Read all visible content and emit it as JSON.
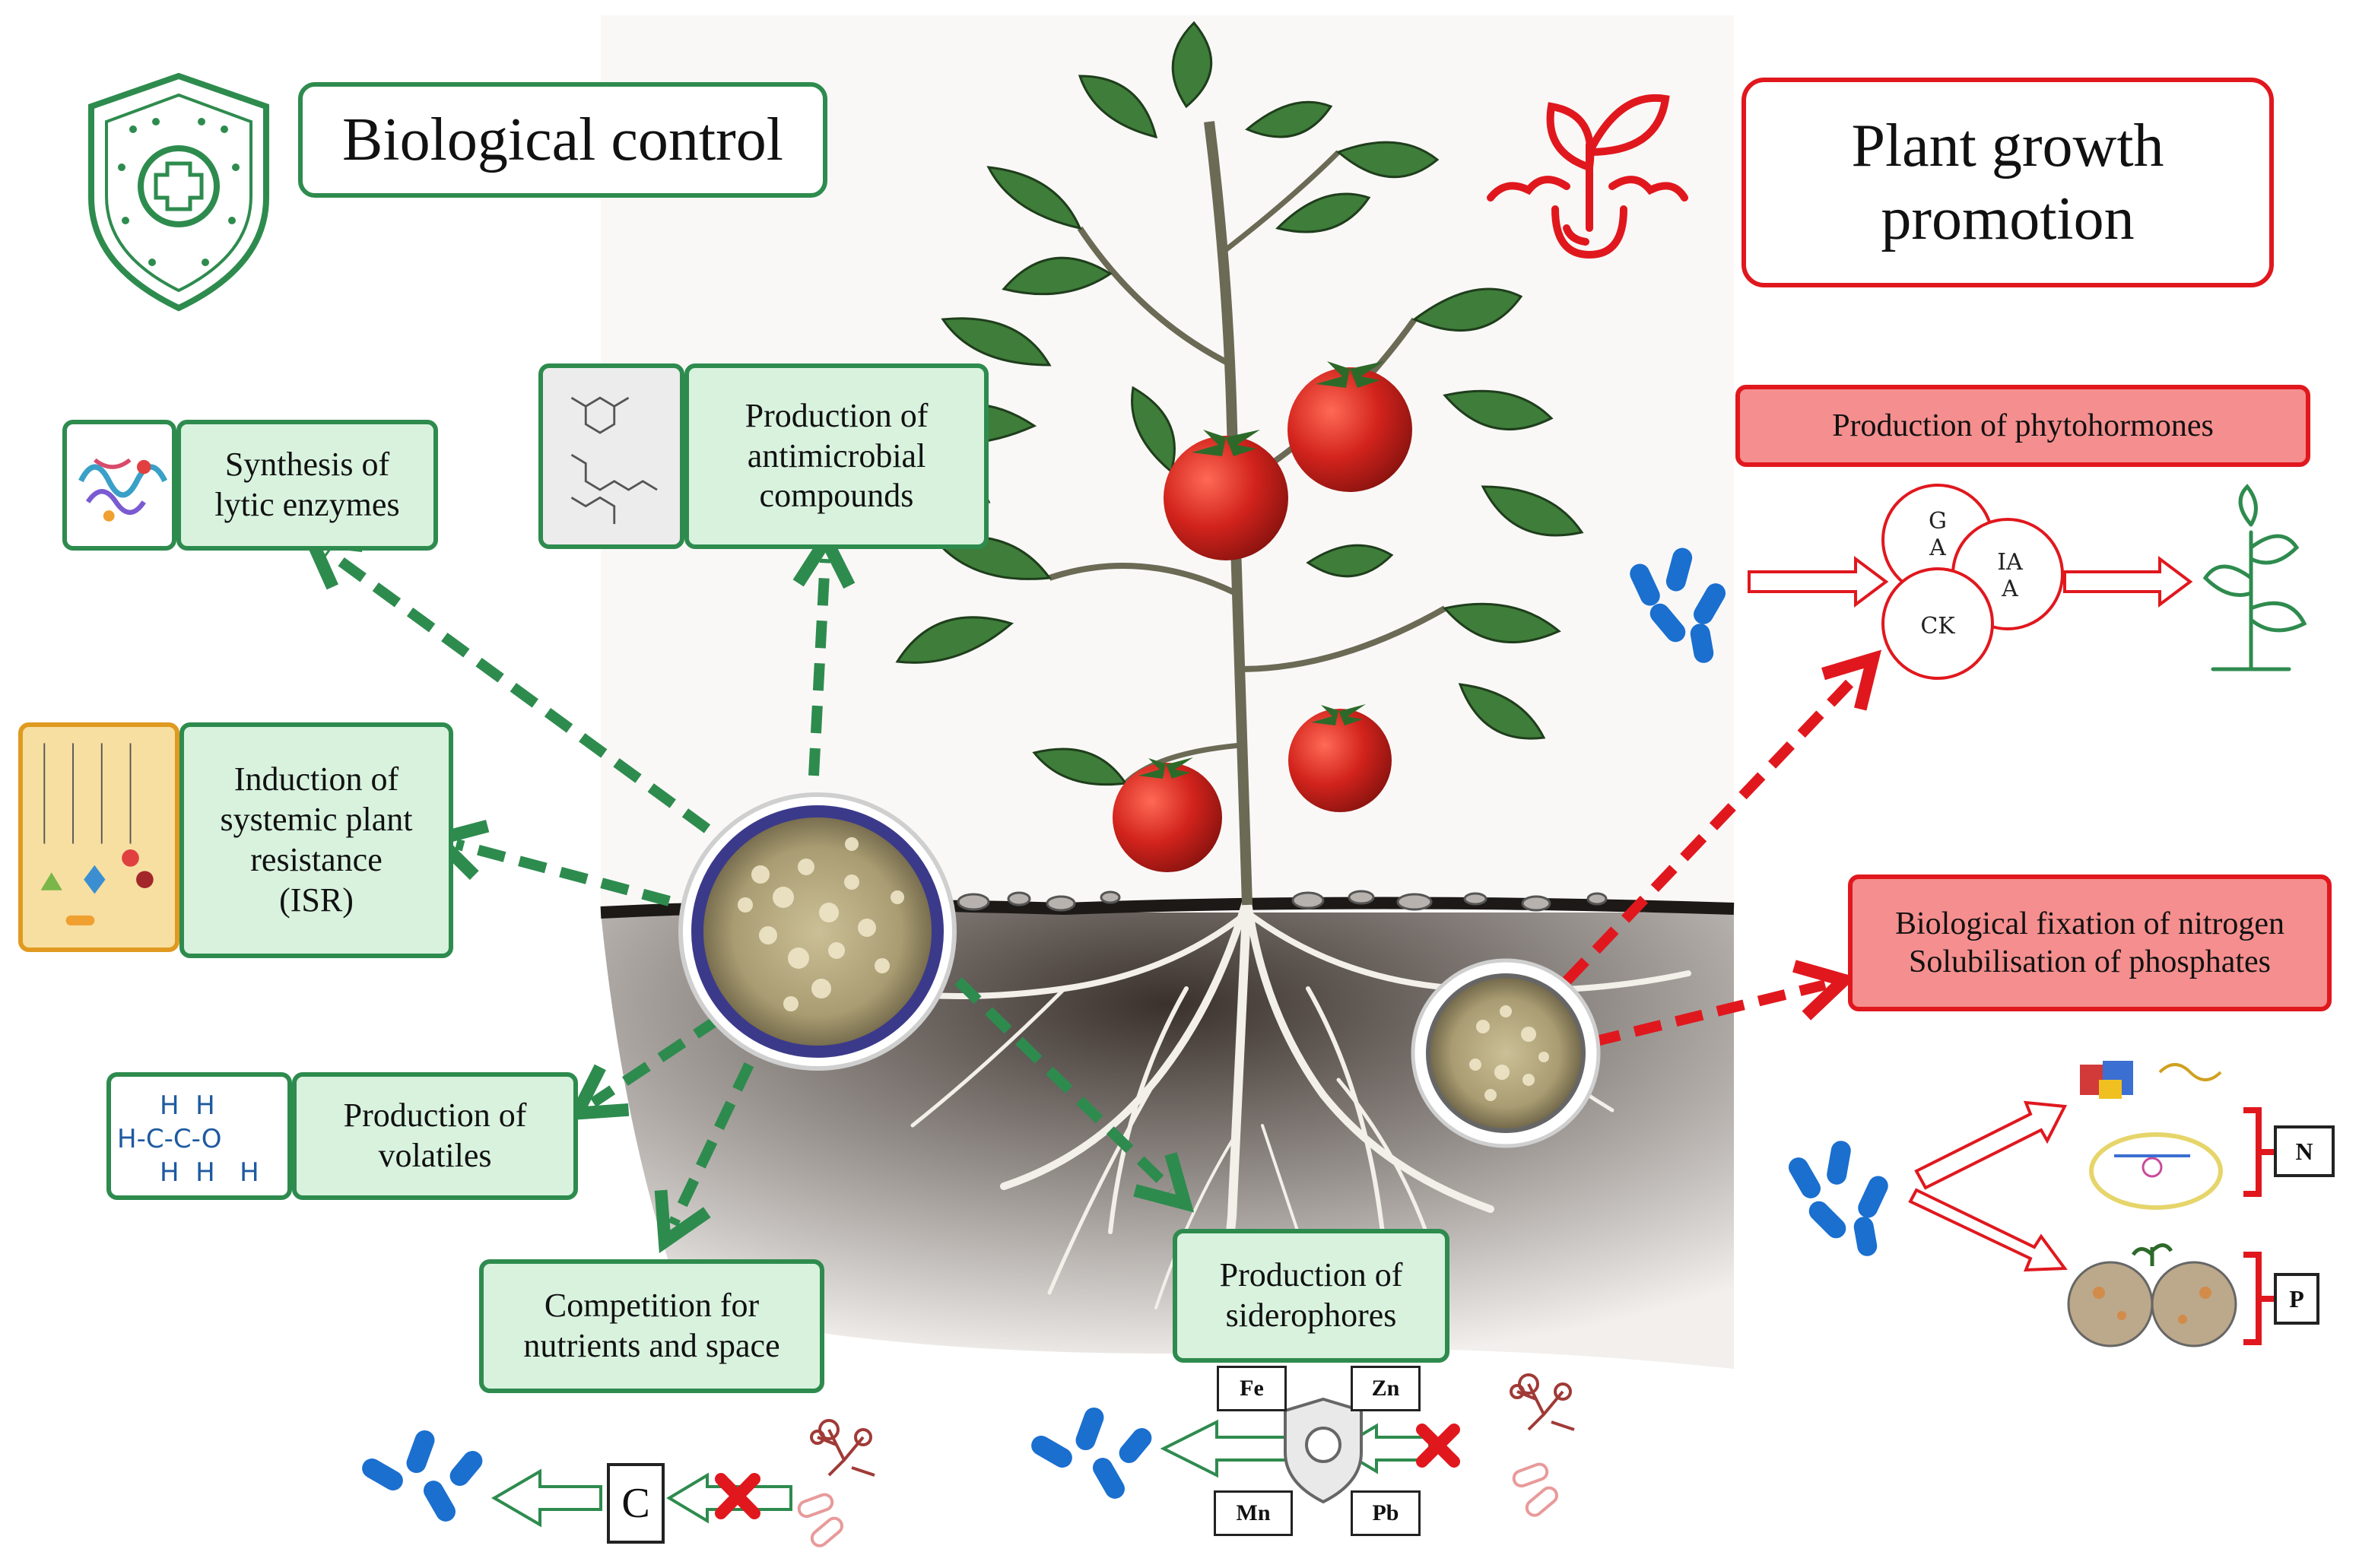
{
  "left_panel": {
    "title": "Biological control",
    "boxes": {
      "lytic": [
        "Synthesis of",
        "lytic enzymes"
      ],
      "antimicrobial": [
        "Production of",
        "antimicrobial",
        "compounds"
      ],
      "isr": [
        "Induction of",
        "systemic plant",
        "resistance",
        "(ISR)"
      ],
      "volatiles": [
        "Production of",
        "volatiles"
      ],
      "competition": [
        "Competition for",
        "nutrients and space"
      ],
      "siderophores": [
        "Production of",
        "siderophores"
      ]
    },
    "competition_letter": "C",
    "metals": [
      "Fe",
      "Zn",
      "Mn",
      "Pb"
    ],
    "ethanol_molecule": {
      "row1": "H  H",
      "row2": "H-C-C-O",
      "row3": "H  H   H"
    }
  },
  "right_panel": {
    "title": [
      "Plant growth",
      "promotion"
    ],
    "phytohormones": {
      "label": "Production of phytohormones",
      "circles": {
        "ga": [
          "G",
          "A"
        ],
        "iaa": [
          "IA",
          "A"
        ],
        "ck": "CK"
      }
    },
    "nitrogen_phosphate": [
      "Biological fixation of nitrogen",
      "Solubilisation of phosphates"
    ],
    "markers": [
      "N",
      "P"
    ]
  },
  "colors": {
    "control_green": "#2e8b4e",
    "box_green_fill": "#d8f2de",
    "growth_red": "#e0181e",
    "box_red_fill": "#f58e8e",
    "bacteria_blue": "#1a6fcf",
    "soil": "#2a2320",
    "tomato": "#d2231c",
    "leaf": "#3f7d3a"
  },
  "icons": [
    "shield-cross-icon",
    "sprout-icon",
    "bacteria-icon",
    "petri-dish-icon",
    "tomato-plant-icon",
    "red-cross-icon",
    "pathogen-icon"
  ]
}
